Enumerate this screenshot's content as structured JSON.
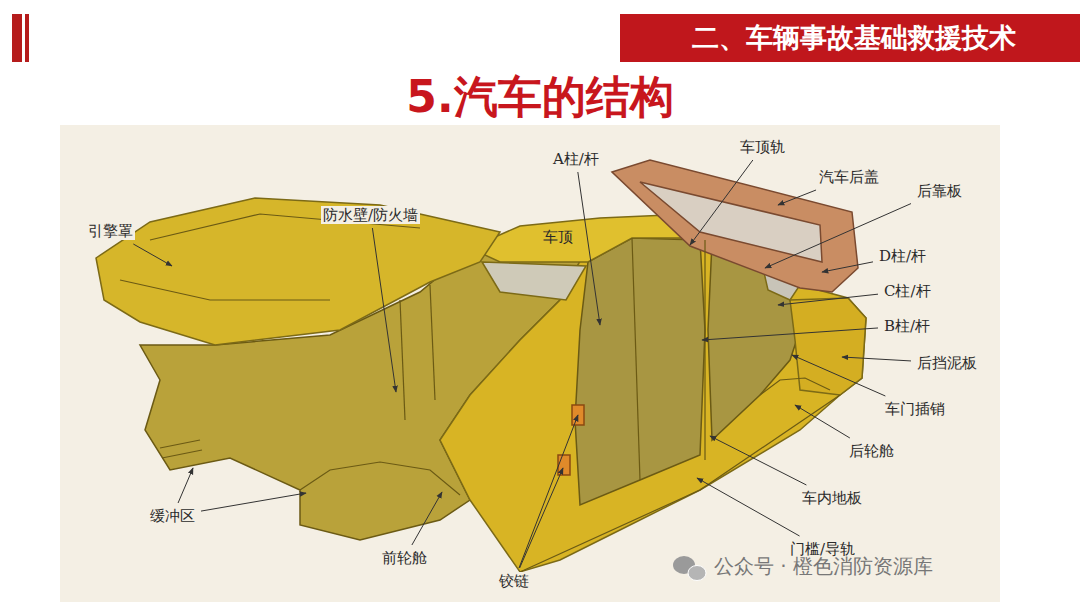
{
  "diagram": {
    "title": "5.汽车的结构",
    "nodes": [
      {
        "text": [
          "二、车辆事故基础救援技术"
        ]
      }
    ],
    "labels": [
      "A柱/杆",
      "车顶轨",
      "汽车后盖",
      "后靠板",
      "引擎罩",
      "防水壁/防火墙",
      "车顶",
      "D柱/杆",
      "C柱/杆",
      "B柱/杆",
      "后挡泥板",
      "车门插销",
      "后轮舱",
      "车内地板",
      "缓冲区",
      "门槛/导轨",
      "前轮舱",
      "铰链",
      "公众号 · 橙色消防资源库"
    ]
  }
}
